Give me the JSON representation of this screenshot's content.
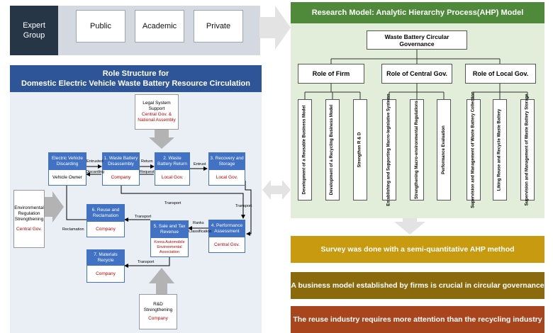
{
  "expert": {
    "label": "Expert Group",
    "groups": [
      "Public",
      "Academic",
      "Private"
    ]
  },
  "role": {
    "title_line1": "Role Structure for",
    "title_line2": "Domestic Electric Vehicle Waste Battery Resource Circulation",
    "legal": {
      "title": "Legal System Support",
      "actor": "Central Gov. & National Assembly"
    },
    "env": {
      "title": "Environmental Regulation Strengthening",
      "actor": "Central Gov."
    },
    "rd": {
      "title": "R&D Strengthening",
      "actor": "Company"
    },
    "ev": {
      "title": "Electric Vehicle Discarding",
      "actor": "Vehicle Owner"
    },
    "s1": {
      "title": "1. Waste Battery Disassembly",
      "actor": "Company"
    },
    "s2": {
      "title": "2. Waste Battery Return",
      "actor": "Local Gov."
    },
    "s3": {
      "title": "3. Recovery and Storage",
      "actor": "Local Gov."
    },
    "s4": {
      "title": "4. Performance Assessment",
      "actor": "Central Gov."
    },
    "s5": {
      "title": "5. Sale and Tax Revenue",
      "actor": "Korea Automobile Environmental Association"
    },
    "s6": {
      "title": "6. Reuse and Reclamation",
      "actor": "Company"
    },
    "s7": {
      "title": "7. Materials Recycle",
      "actor": "Company"
    },
    "labels": {
      "entrusted1": "Entrusted",
      "discarding": "Discarding",
      "return": "Return",
      "request": "Request",
      "entrusted2": "Entrust",
      "transport_top": "Transport",
      "transport_right": "Transport",
      "transport_mid": "Transport",
      "transport_bottom": "Transport",
      "ranks": "Ranks",
      "classification": "Classification",
      "reclamation": "Reclamation"
    }
  },
  "ahp": {
    "title": "Research Model: Analytic Hierarchy Process(AHP) Model",
    "goal": "Waste Battery Circular Governance",
    "roles": [
      "Role of Firm",
      "Role of Central Gov.",
      "Role of Local Gov."
    ],
    "criteria": [
      "Development of a Reusable Business Model",
      "Development of a Recycling Business Model",
      "Strengthen R & D",
      "Establishing and Supporting Macro-legislative Systems",
      "Strengthening Macro-environmental Regulations",
      "Performance Evaluation",
      "Supervision and Management of Waste Battery Collection",
      "Liking Reuse and Recycle Waste Battery",
      "Supervision and Management of Waste Battery Storage"
    ]
  },
  "results": [
    "Survey was done with a semi-quantitative AHP method",
    "A business model established by firms is crucial in circular governance",
    "The reuse industry requires more attention than the recycling industry"
  ],
  "colors": {
    "expert_dark": "#263646",
    "role_blue": "#2e5597",
    "box_blue": "#4172c4",
    "ahp_green": "#4e8a3a",
    "res1": "#c79a10",
    "res2": "#8a6a0c",
    "res3": "#a8451c"
  }
}
